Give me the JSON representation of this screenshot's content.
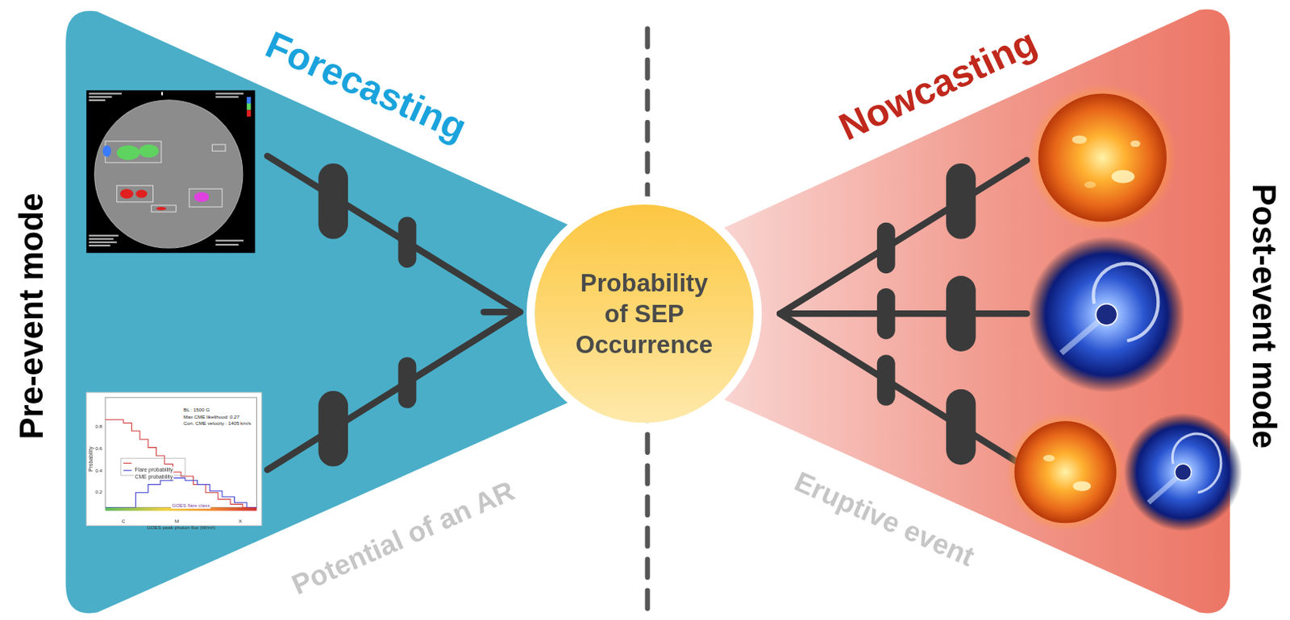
{
  "diagram": {
    "nodes": [
      {
        "text": [
          "Forecasting",
          "Potential of an AR"
        ]
      },
      {
        "text": [
          "Probability of SEP Occurrence"
        ]
      },
      {
        "text": [
          "Nowcasting",
          "Eruptive event"
        ]
      }
    ],
    "labels": [
      "Pre-event mode",
      "Post-event mode",
      "Probability",
      "0.8",
      "0.6",
      "0.4",
      "0.2",
      "BL : 1500 G",
      "Max CME likelihood: 0.27",
      "Con. CME velocity : 1405 km/s",
      "Flare probability",
      "CME probability",
      "GOES flare class",
      "C",
      "M",
      "X",
      "GOES peak photon flux (W/m²)"
    ]
  }
}
